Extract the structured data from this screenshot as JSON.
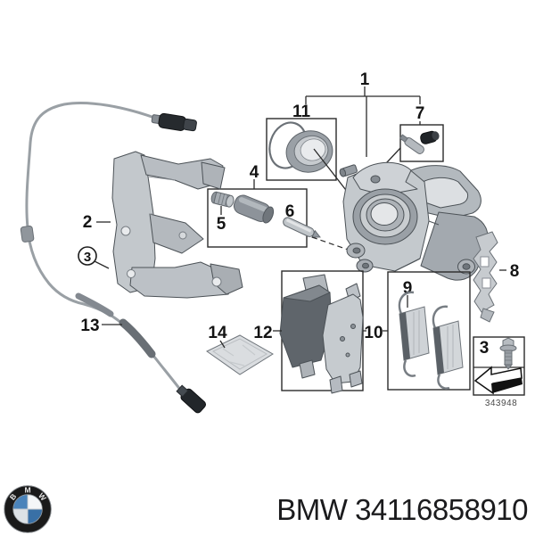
{
  "diagram": {
    "drawing_number": "343948",
    "callouts": {
      "n1": "1",
      "n2": "2",
      "n3": "3",
      "n4": "4",
      "n5": "5",
      "n6": "6",
      "n7": "7",
      "n8": "8",
      "n9": "9",
      "n10": "10",
      "n11": "11",
      "n12": "12",
      "n13": "13",
      "n14": "14",
      "n3_box": "3"
    }
  },
  "footer": {
    "part_label": "BMW 34116858910",
    "logo_letters": [
      "B",
      "M",
      "W"
    ]
  },
  "colors": {
    "logo_blue": "#4a83ba",
    "logo_black": "#1a1a1a",
    "line_color": "#2b2b2b",
    "metal_light": "#c9cdd1",
    "metal_mid": "#aab0b5",
    "metal_dark": "#7c8288"
  }
}
